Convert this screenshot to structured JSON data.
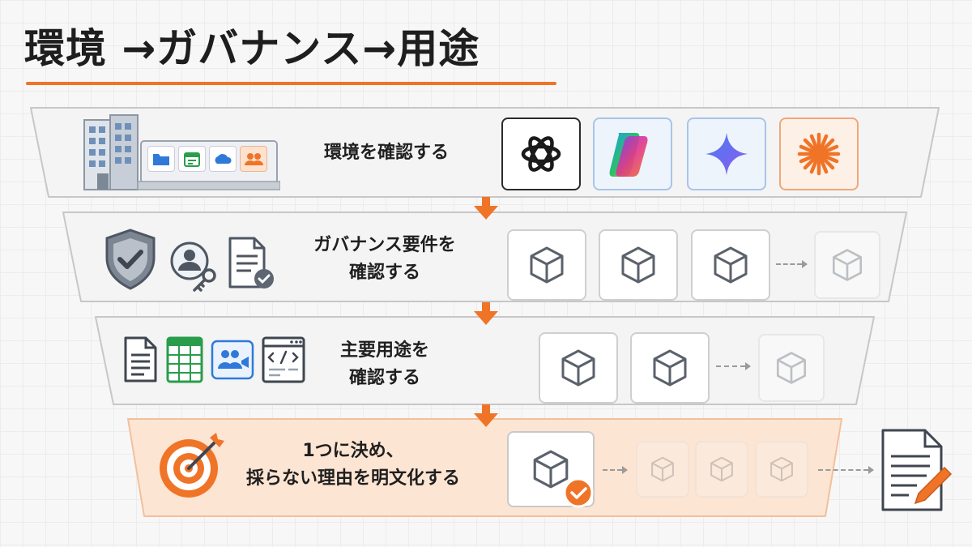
{
  "title": "環境 →ガバナンス→用途",
  "colors": {
    "accent": "#f07427",
    "border": "#c9c9c9",
    "icon": "#555b66"
  },
  "steps": [
    {
      "label": "環境を確認する"
    },
    {
      "label_line1": "ガバナンス要件を",
      "label_line2": "確認する"
    },
    {
      "label_line1": "主要用途を",
      "label_line2": "確認する"
    },
    {
      "label_line1": "1つに決め、",
      "label_line2": "採らない理由を明文化する"
    }
  ],
  "icons": {
    "stage1": [
      "building-icon",
      "folder-icon",
      "calendar-icon",
      "cloud-icon",
      "people-icon"
    ],
    "ai_logos": [
      "openai-logo-icon",
      "copilot-logo-icon",
      "gemini-logo-icon",
      "claude-logo-icon"
    ],
    "stage2": [
      "shield-check-icon",
      "user-key-icon",
      "document-check-icon"
    ],
    "stage3": [
      "document-icon",
      "spreadsheet-icon",
      "video-icon",
      "code-window-icon"
    ],
    "stage4": [
      "target-icon",
      "edit-document-icon"
    ],
    "option": "cube-icon"
  }
}
